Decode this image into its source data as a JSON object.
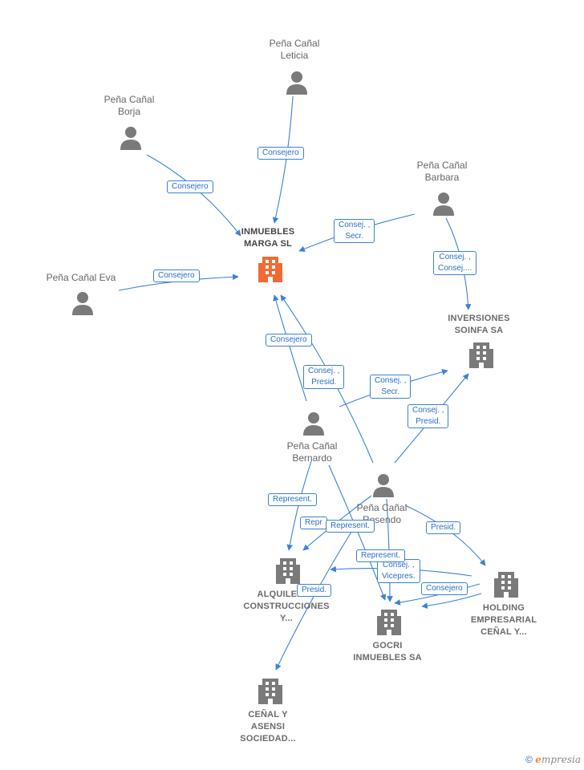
{
  "colors": {
    "edge": "#3b82d6",
    "person": "#7a7a7a",
    "company": "#7a7a7a",
    "focus_company": "#f06b34"
  },
  "people": [
    {
      "id": "leticia",
      "line1": "Peña Cañal",
      "line2": "Leticia"
    },
    {
      "id": "borja",
      "line1": "Peña Cañal",
      "line2": "Borja"
    },
    {
      "id": "barbara",
      "line1": "Peña Cañal",
      "line2": "Barbara"
    },
    {
      "id": "eva",
      "line1": "Peña Cañal Eva",
      "line2": ""
    },
    {
      "id": "bernardo",
      "line1": "Peña Cañal",
      "line2": "Bernardo"
    },
    {
      "id": "rosendo",
      "line1": "Peña Cañal",
      "line2": "Rosendo"
    }
  ],
  "companies": [
    {
      "id": "marga",
      "lines": [
        "INMUEBLES",
        "MARGA SL"
      ],
      "focus": true
    },
    {
      "id": "soinfa",
      "lines": [
        "INVERSIONES",
        "SOINFA SA"
      ]
    },
    {
      "id": "alquileres",
      "lines": [
        "ALQUILERES",
        "CONSTRUCCIONES",
        "Y..."
      ]
    },
    {
      "id": "gocri",
      "lines": [
        "GOCRI",
        "INMUEBLES SA"
      ]
    },
    {
      "id": "holding",
      "lines": [
        "HOLDING",
        "EMPRESARIAL",
        "CEÑAL Y..."
      ]
    },
    {
      "id": "asensi",
      "lines": [
        "CEÑAL Y",
        "ASENSI",
        "SOCIEDAD..."
      ]
    }
  ],
  "edge_labels": [
    {
      "id": "e-leticia",
      "lines": [
        "Consejero"
      ]
    },
    {
      "id": "e-borja",
      "lines": [
        "Consejero"
      ]
    },
    {
      "id": "e-barbara-marga",
      "lines": [
        "Consej. ,",
        "Secr."
      ]
    },
    {
      "id": "e-barbara-soinfa",
      "lines": [
        "Consej. ,",
        "Consej...."
      ]
    },
    {
      "id": "e-eva",
      "lines": [
        "Consejero"
      ]
    },
    {
      "id": "e-bernardo-marga",
      "lines": [
        "Consejero"
      ]
    },
    {
      "id": "e-rosendo-marga",
      "lines": [
        "Consej. ,",
        "Presid."
      ]
    },
    {
      "id": "e-bernardo-soinfa",
      "lines": [
        "Consej. ,",
        "Secr."
      ]
    },
    {
      "id": "e-rosendo-soinfa",
      "lines": [
        "Consej. ,",
        "Presid."
      ]
    },
    {
      "id": "e-bernardo-alq",
      "lines": [
        "Represent."
      ]
    },
    {
      "id": "e-rosendo-alq",
      "lines": [
        "Repr"
      ]
    },
    {
      "id": "e-rosendo-gocri",
      "lines": [
        "Represent."
      ]
    },
    {
      "id": "e-rosendo-holding",
      "lines": [
        "Presid."
      ]
    },
    {
      "id": "e-holding-alq",
      "lines": [
        "Represent."
      ]
    },
    {
      "id": "e-holding-gocri-1",
      "lines": [
        "Consej. ,",
        "Vicepres."
      ]
    },
    {
      "id": "e-holding-gocri-2",
      "lines": [
        "Consejero"
      ]
    },
    {
      "id": "e-asensi",
      "lines": [
        "Presid."
      ]
    }
  ],
  "watermark": {
    "copyright": "©",
    "brand_initial": "e",
    "brand_rest": "mpresia"
  }
}
